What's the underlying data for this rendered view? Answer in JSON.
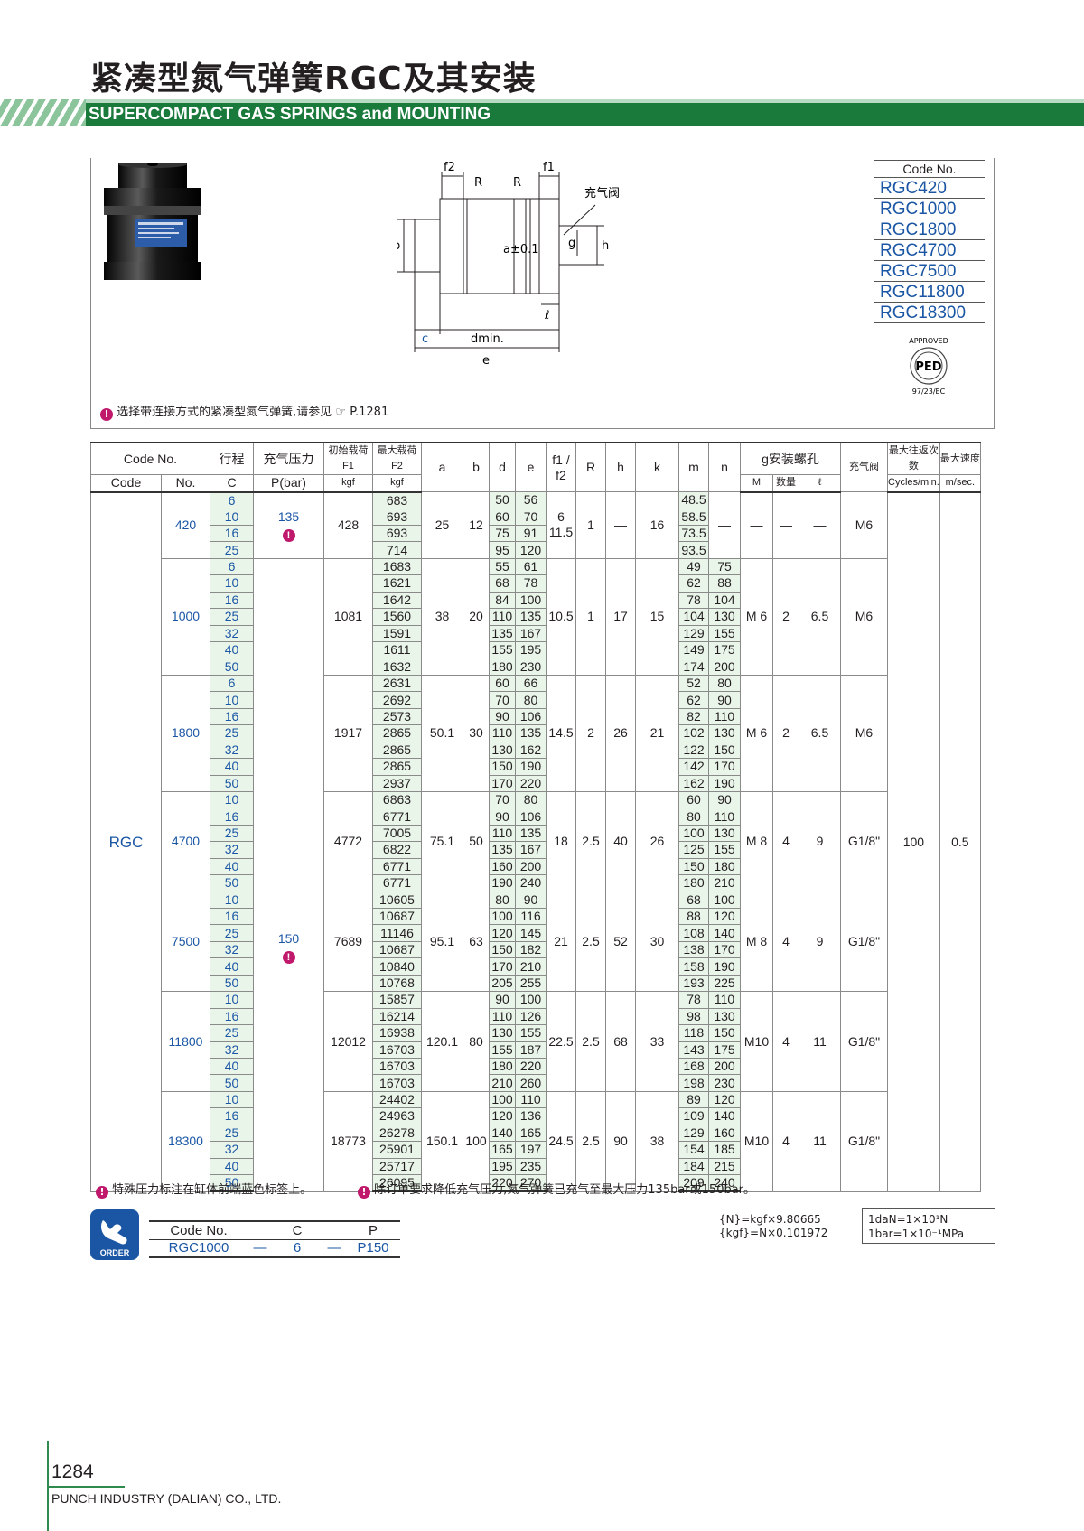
{
  "header": {
    "title_cn": "紧凑型氮气弹簧RGC及其安装",
    "title_en": "SUPERCOMPACT GAS SPRINGS and MOUNTING"
  },
  "diagram": {
    "f2": "f2",
    "R": "R",
    "f1": "f1",
    "valve": "充气阀",
    "b": "b",
    "a": "a±0.1",
    "g": "g",
    "h": "h",
    "l": "ℓ",
    "c": "c",
    "dmin": "dmin.",
    "e": "e"
  },
  "code_list": {
    "header": "Code No.",
    "codes": [
      "RGC420",
      "RGC1000",
      "RGC1800",
      "RGC4700",
      "RGC7500",
      "RGC11800",
      "RGC18300"
    ]
  },
  "ped": {
    "top": "APPROVED",
    "mid": "PED",
    "bottom": "97/23/EC"
  },
  "note_top": "选择带连接方式的紧凑型氮气弹簧,请参见 ☞ P.1281",
  "table": {
    "h_codeno": "Code No.",
    "h_code": "Code",
    "h_no": "No.",
    "h_stroke": "行程",
    "h_c": "C",
    "h_press": "充气压力",
    "h_pbar": "P(bar)",
    "h_f1": "初始载荷F1",
    "h_f2": "最大载荷F2",
    "h_kgf": "kgf",
    "h_kgf2": "kgf",
    "h_a": "a",
    "h_b": "b",
    "h_d": "d",
    "h_e": "e",
    "h_f1f2": "f1 / f2",
    "h_R": "R",
    "h_h": "h",
    "h_k": "k",
    "h_m": "m",
    "h_n": "n",
    "h_g": "g安装螺孔",
    "h_M": "M",
    "h_qty": "数量",
    "h_l": "ℓ",
    "h_valve": "充气阀",
    "h_cycles": "最大往返次数",
    "h_cyc_unit": "Cycles/min.",
    "h_speed": "最大速度",
    "h_speed_unit": "m/sec.",
    "code": "RGC",
    "cycles": "100",
    "speed": "0.5",
    "press_135": "135",
    "press_150": "150",
    "groups": [
      {
        "no": "420",
        "f1": "428",
        "a": "25",
        "b": "12",
        "f": "6\n11.5",
        "R": "1",
        "h": "—",
        "k": "16",
        "M": "—",
        "qty": "—",
        "l": "—",
        "n_all": "—",
        "valve": "M6",
        "rows": [
          {
            "c": "6",
            "f2": "683",
            "d": "50",
            "e": "56",
            "m": "48.5"
          },
          {
            "c": "10",
            "f2": "693",
            "d": "60",
            "e": "70",
            "m": "58.5"
          },
          {
            "c": "16",
            "f2": "693",
            "d": "75",
            "e": "91",
            "m": "73.5"
          },
          {
            "c": "25",
            "f2": "714",
            "d": "95",
            "e": "120",
            "m": "93.5"
          }
        ]
      },
      {
        "no": "1000",
        "f1": "1081",
        "a": "38",
        "b": "20",
        "f": "10.5",
        "R": "1",
        "h": "17",
        "k": "15",
        "M": "M 6",
        "qty": "2",
        "l": "6.5",
        "valve": "M6",
        "rows": [
          {
            "c": "6",
            "f2": "1683",
            "d": "55",
            "e": "61",
            "m": "49",
            "n": "75"
          },
          {
            "c": "10",
            "f2": "1621",
            "d": "68",
            "e": "78",
            "m": "62",
            "n": "88"
          },
          {
            "c": "16",
            "f2": "1642",
            "d": "84",
            "e": "100",
            "m": "78",
            "n": "104"
          },
          {
            "c": "25",
            "f2": "1560",
            "d": "110",
            "e": "135",
            "m": "104",
            "n": "130"
          },
          {
            "c": "32",
            "f2": "1591",
            "d": "135",
            "e": "167",
            "m": "129",
            "n": "155"
          },
          {
            "c": "40",
            "f2": "1611",
            "d": "155",
            "e": "195",
            "m": "149",
            "n": "175"
          },
          {
            "c": "50",
            "f2": "1632",
            "d": "180",
            "e": "230",
            "m": "174",
            "n": "200"
          }
        ]
      },
      {
        "no": "1800",
        "f1": "1917",
        "a": "50.1",
        "b": "30",
        "f": "14.5",
        "R": "2",
        "h": "26",
        "k": "21",
        "M": "M 6",
        "qty": "2",
        "l": "6.5",
        "valve": "M6",
        "rows": [
          {
            "c": "6",
            "f2": "2631",
            "d": "60",
            "e": "66",
            "m": "52",
            "n": "80"
          },
          {
            "c": "10",
            "f2": "2692",
            "d": "70",
            "e": "80",
            "m": "62",
            "n": "90"
          },
          {
            "c": "16",
            "f2": "2573",
            "d": "90",
            "e": "106",
            "m": "82",
            "n": "110"
          },
          {
            "c": "25",
            "f2": "2865",
            "d": "110",
            "e": "135",
            "m": "102",
            "n": "130"
          },
          {
            "c": "32",
            "f2": "2865",
            "d": "130",
            "e": "162",
            "m": "122",
            "n": "150"
          },
          {
            "c": "40",
            "f2": "2865",
            "d": "150",
            "e": "190",
            "m": "142",
            "n": "170"
          },
          {
            "c": "50",
            "f2": "2937",
            "d": "170",
            "e": "220",
            "m": "162",
            "n": "190"
          }
        ]
      },
      {
        "no": "4700",
        "f1": "4772",
        "a": "75.1",
        "b": "50",
        "f": "18",
        "R": "2.5",
        "h": "40",
        "k": "26",
        "M": "M 8",
        "qty": "4",
        "l": "9",
        "valve": "G1/8\"",
        "rows": [
          {
            "c": "10",
            "f2": "6863",
            "d": "70",
            "e": "80",
            "m": "60",
            "n": "90"
          },
          {
            "c": "16",
            "f2": "6771",
            "d": "90",
            "e": "106",
            "m": "80",
            "n": "110"
          },
          {
            "c": "25",
            "f2": "7005",
            "d": "110",
            "e": "135",
            "m": "100",
            "n": "130"
          },
          {
            "c": "32",
            "f2": "6822",
            "d": "135",
            "e": "167",
            "m": "125",
            "n": "155"
          },
          {
            "c": "40",
            "f2": "6771",
            "d": "160",
            "e": "200",
            "m": "150",
            "n": "180"
          },
          {
            "c": "50",
            "f2": "6771",
            "d": "190",
            "e": "240",
            "m": "180",
            "n": "210"
          }
        ]
      },
      {
        "no": "7500",
        "f1": "7689",
        "a": "95.1",
        "b": "63",
        "f": "21",
        "R": "2.5",
        "h": "52",
        "k": "30",
        "M": "M 8",
        "qty": "4",
        "l": "9",
        "valve": "G1/8\"",
        "rows": [
          {
            "c": "10",
            "f2": "10605",
            "d": "80",
            "e": "90",
            "m": "68",
            "n": "100"
          },
          {
            "c": "16",
            "f2": "10687",
            "d": "100",
            "e": "116",
            "m": "88",
            "n": "120"
          },
          {
            "c": "25",
            "f2": "11146",
            "d": "120",
            "e": "145",
            "m": "108",
            "n": "140"
          },
          {
            "c": "32",
            "f2": "10687",
            "d": "150",
            "e": "182",
            "m": "138",
            "n": "170"
          },
          {
            "c": "40",
            "f2": "10840",
            "d": "170",
            "e": "210",
            "m": "158",
            "n": "190"
          },
          {
            "c": "50",
            "f2": "10768",
            "d": "205",
            "e": "255",
            "m": "193",
            "n": "225"
          }
        ]
      },
      {
        "no": "11800",
        "f1": "12012",
        "a": "120.1",
        "b": "80",
        "f": "22.5",
        "R": "2.5",
        "h": "68",
        "k": "33",
        "M": "M10",
        "qty": "4",
        "l": "11",
        "valve": "G1/8\"",
        "rows": [
          {
            "c": "10",
            "f2": "15857",
            "d": "90",
            "e": "100",
            "m": "78",
            "n": "110"
          },
          {
            "c": "16",
            "f2": "16214",
            "d": "110",
            "e": "126",
            "m": "98",
            "n": "130"
          },
          {
            "c": "25",
            "f2": "16938",
            "d": "130",
            "e": "155",
            "m": "118",
            "n": "150"
          },
          {
            "c": "32",
            "f2": "16703",
            "d": "155",
            "e": "187",
            "m": "143",
            "n": "175"
          },
          {
            "c": "40",
            "f2": "16703",
            "d": "180",
            "e": "220",
            "m": "168",
            "n": "200"
          },
          {
            "c": "50",
            "f2": "16703",
            "d": "210",
            "e": "260",
            "m": "198",
            "n": "230"
          }
        ]
      },
      {
        "no": "18300",
        "f1": "18773",
        "a": "150.1",
        "b": "100",
        "f": "24.5",
        "R": "2.5",
        "h": "90",
        "k": "38",
        "M": "M10",
        "qty": "4",
        "l": "11",
        "valve": "G1/8\"",
        "rows": [
          {
            "c": "10",
            "f2": "24402",
            "d": "100",
            "e": "110",
            "m": "89",
            "n": "120"
          },
          {
            "c": "16",
            "f2": "24963",
            "d": "120",
            "e": "136",
            "m": "109",
            "n": "140"
          },
          {
            "c": "25",
            "f2": "26278",
            "d": "140",
            "e": "165",
            "m": "129",
            "n": "160"
          },
          {
            "c": "32",
            "f2": "25901",
            "d": "165",
            "e": "197",
            "m": "154",
            "n": "185"
          },
          {
            "c": "40",
            "f2": "25717",
            "d": "195",
            "e": "235",
            "m": "184",
            "n": "215"
          },
          {
            "c": "50",
            "f2": "26095",
            "d": "220",
            "e": "270",
            "m": "209",
            "n": "240"
          }
        ]
      }
    ]
  },
  "notes": {
    "n1": "特殊压力标注在缸体前端蓝色标签上。",
    "n2": "除订单要求降低充气压力,氮气弹簧已充气至最大压力135bar或150bar。"
  },
  "order": {
    "icon_label": "ORDER",
    "h1": "Code No.",
    "h2": "C",
    "h3": "P",
    "v1": "RGC1000",
    "d1": "—",
    "v2": "6",
    "d2": "—",
    "v3": "P150"
  },
  "conversion": {
    "l1": "{N}=kgf×9.80665",
    "l2": "{kgf}=N×0.101972",
    "r1": "1daN=1×10¹N",
    "r2": "1bar=1×10⁻¹MPa"
  },
  "footer": {
    "page": "1284",
    "company": "PUNCH INDUSTRY (DALIAN) CO., LTD."
  },
  "colors": {
    "green": "#1a7a3c",
    "blue": "#1a56a4",
    "mark": "#c0186b",
    "row_bg": "#eaf5ea"
  }
}
